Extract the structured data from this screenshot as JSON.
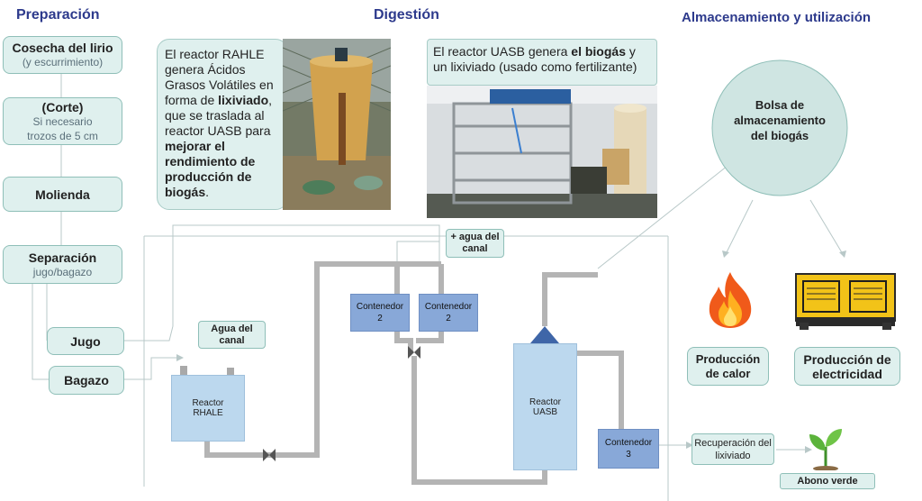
{
  "sections": {
    "prep": "Preparación",
    "digest": "Digestión",
    "storage": "Almacenamiento y utilización"
  },
  "prep_steps": {
    "cosecha": {
      "title": "Cosecha del lirio",
      "sub": "(y escurrimiento)"
    },
    "corte": {
      "title": "(Corte)",
      "sub1": "Si necesario",
      "sub2": "trozos de 5 cm"
    },
    "molienda": {
      "title": "Molienda"
    },
    "separacion": {
      "title": "Separación",
      "sub": "jugo/bagazo"
    },
    "jugo": {
      "title": "Jugo"
    },
    "bagazo": {
      "title": "Bagazo"
    }
  },
  "callouts": {
    "rahle": {
      "p1": "El reactor RAHLE genera Ácidos Grasos Volátiles en forma de ",
      "b1": "lixiviado",
      "p2": ", que se traslada al reactor UASB para ",
      "b2": "mejorar el rendimiento de producción de biogás",
      "p3": "."
    },
    "uasb": {
      "p1": "El reactor UASB genera ",
      "b1": "el biogás",
      "p2": " y un lixiviado (usado como fertilizante)"
    }
  },
  "digestion": {
    "agua_canal_top": "+ agua del canal",
    "agua_canal_left": "Agua del canal",
    "contenedor_a": [
      "Contenedor",
      "2"
    ],
    "contenedor_b": [
      "Contenedor",
      "2"
    ],
    "reactor_rahle": [
      "Reactor",
      "RHALE"
    ],
    "reactor_uasb": [
      "Reactor",
      "UASB"
    ],
    "contenedor_3": [
      "Contenedor",
      "3"
    ]
  },
  "storage": {
    "bolsa": "Bolsa de almacenamiento del biogás",
    "calor": "Producción de calor",
    "electricidad": "Producción de electricidad",
    "recuperacion": "Recuperación del lixiviado",
    "abono": "Abono verde"
  },
  "colors": {
    "accent": "#2d3a8c",
    "box_fill": "#dff0ee",
    "reactor_fill": "#bcd8ee",
    "container_fill": "#88a8d8",
    "pipe": "#b4b4b4",
    "bolsa_fill": "#cfe5e2"
  },
  "icons": [
    "fire-icon",
    "generator-icon",
    "sprout-icon",
    "valve-icon",
    "triangle-top-icon"
  ]
}
